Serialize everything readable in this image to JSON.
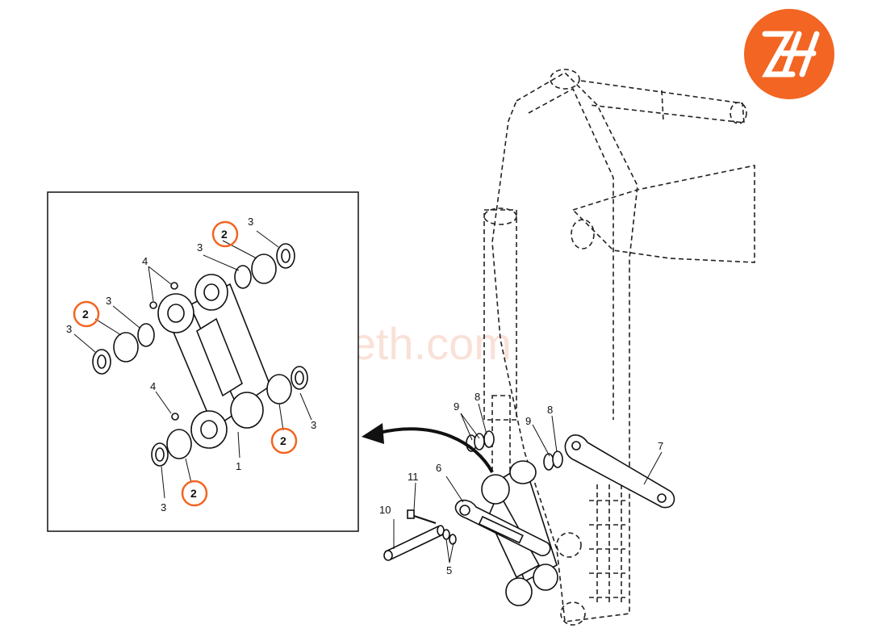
{
  "watermark": "bucketsteeth.com",
  "logo": {
    "monogram": "ZH",
    "color": "#f26522"
  },
  "accent_color": "#f26522",
  "callouts": {
    "detail": {
      "c2_top": "2",
      "c3_top_a": "3",
      "c3_top_b": "3",
      "c4_top": "4",
      "c2_left": "2",
      "c3_left_a": "3",
      "c3_left_b": "3",
      "c4_mid": "4",
      "c2_right": "2",
      "c3_right": "3",
      "c1": "1",
      "c2_bottom": "2",
      "c3_bottom": "3"
    },
    "main": {
      "c5": "5",
      "c6": "6",
      "c7": "7",
      "c8_left": "8",
      "c8_right": "8",
      "c9_left": "9",
      "c9_right": "9",
      "c10": "10",
      "c11": "11"
    }
  }
}
